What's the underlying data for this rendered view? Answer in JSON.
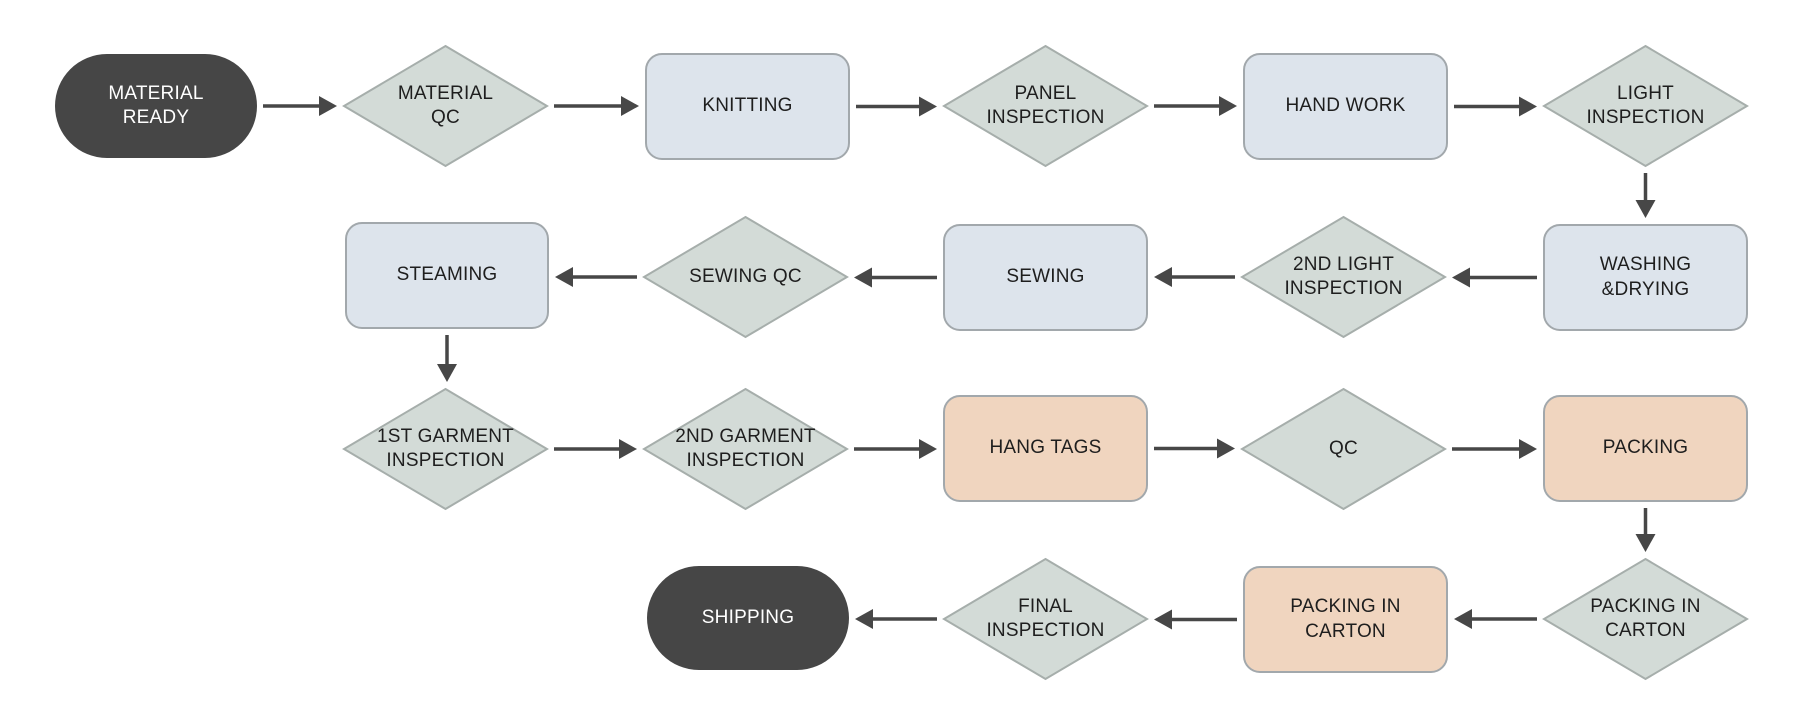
{
  "colors": {
    "terminal": "#464646",
    "process_blue": "#dde4ec",
    "process_orange": "#f0d5bf",
    "decision": "#d3dbd7",
    "decision_border": "#a6aeab",
    "process_border": "#a2a8ac",
    "arrow": "#474747"
  },
  "nodes": {
    "material_ready": {
      "label": "MATERIAL\nREADY",
      "shape": "terminal"
    },
    "material_qc": {
      "label": "MATERIAL\nQC",
      "shape": "decision"
    },
    "knitting": {
      "label": "KNITTING",
      "shape": "process-blue"
    },
    "panel_inspection": {
      "label": "PANEL\nINSPECTION",
      "shape": "decision"
    },
    "hand_work": {
      "label": "HAND WORK",
      "shape": "process-blue"
    },
    "light_inspection": {
      "label": "LIGHT\nINSPECTION",
      "shape": "decision"
    },
    "washing_drying": {
      "label": "WASHING\n&DRYING",
      "shape": "process-blue"
    },
    "second_light_inspection": {
      "label": "2ND LIGHT\nINSPECTION",
      "shape": "decision"
    },
    "sewing": {
      "label": "SEWING",
      "shape": "process-blue"
    },
    "sewing_qc": {
      "label": "SEWING QC",
      "shape": "decision"
    },
    "steaming": {
      "label": "STEAMING",
      "shape": "process-blue"
    },
    "first_garment_inspection": {
      "label": "1ST GARMENT\nINSPECTION",
      "shape": "decision"
    },
    "second_garment_inspection": {
      "label": "2ND GARMENT\nINSPECTION",
      "shape": "decision"
    },
    "hang_tags": {
      "label": "HANG TAGS",
      "shape": "process-orange"
    },
    "qc": {
      "label": "QC",
      "shape": "decision"
    },
    "packing": {
      "label": "PACKING",
      "shape": "process-orange"
    },
    "packing_in_carton_decision": {
      "label": "PACKING IN\nCARTON",
      "shape": "decision"
    },
    "packing_in_carton": {
      "label": "PACKING IN\nCARTON",
      "shape": "process-orange"
    },
    "final_inspection": {
      "label": "FINAL\nINSPECTION",
      "shape": "decision"
    },
    "shipping": {
      "label": "SHIPPING",
      "shape": "terminal"
    }
  },
  "edges": [
    [
      "material_ready",
      "material_qc"
    ],
    [
      "material_qc",
      "knitting"
    ],
    [
      "knitting",
      "panel_inspection"
    ],
    [
      "panel_inspection",
      "hand_work"
    ],
    [
      "hand_work",
      "light_inspection"
    ],
    [
      "light_inspection",
      "washing_drying"
    ],
    [
      "washing_drying",
      "second_light_inspection"
    ],
    [
      "second_light_inspection",
      "sewing"
    ],
    [
      "sewing",
      "sewing_qc"
    ],
    [
      "sewing_qc",
      "steaming"
    ],
    [
      "steaming",
      "first_garment_inspection"
    ],
    [
      "first_garment_inspection",
      "second_garment_inspection"
    ],
    [
      "second_garment_inspection",
      "hang_tags"
    ],
    [
      "hang_tags",
      "qc"
    ],
    [
      "qc",
      "packing"
    ],
    [
      "packing",
      "packing_in_carton_decision"
    ],
    [
      "packing_in_carton_decision",
      "packing_in_carton"
    ],
    [
      "packing_in_carton",
      "final_inspection"
    ],
    [
      "final_inspection",
      "shipping"
    ]
  ]
}
